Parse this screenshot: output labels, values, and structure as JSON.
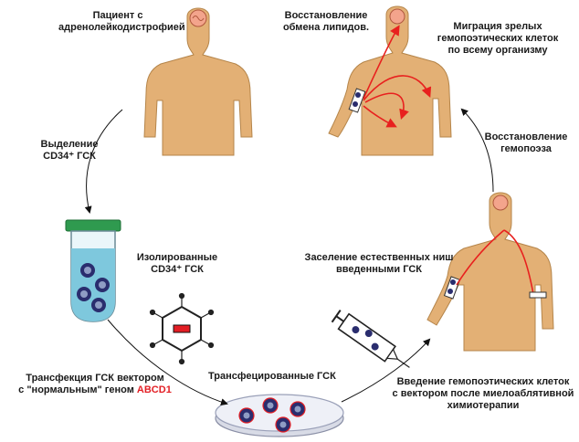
{
  "labels": {
    "patient_l1": "Пациент с",
    "patient_l2": "адренолейкодистрофией",
    "isolation_l1": "Выделение",
    "isolation_l2": "CD34⁺ ГСК",
    "isolated_l1": "Изолированные",
    "isolated_l2": "CD34⁺ ГСК",
    "transfection_l1": "Трансфекция ГСК вектором",
    "transfection_l2_prefix": "с \"нормальным\" геном ",
    "transfection_gene": "ABCD1",
    "transfected": "Трансфецированные ГСК",
    "lipid_l1": "Восстановление",
    "lipid_l2": "обмена липидов.",
    "migration_l1": "Миграция зрелых",
    "migration_l2": "гемопоэтических клеток",
    "migration_l3": "по всему организму",
    "hematopoiesis_l1": "Восстановление",
    "hematopoiesis_l2": "гемопоэза",
    "niche_l1": "Заселение естественных ниш",
    "niche_l2": "введенными ГСК",
    "injection_l1": "Введение гемопоэтических клеток",
    "injection_l2": "с вектором после миелоаблятивной",
    "injection_l3": "химиотерапии"
  },
  "colors": {
    "body": "#e3b075",
    "brain": "#f3a48c",
    "arrow": "#e8201e",
    "tube_liquid": "#7ec8dd",
    "tube_cap": "#2f9a4f",
    "cell_dark": "#2a2d6e",
    "cell_inner": "#8f9cc4",
    "gene_red": "#e31e24"
  },
  "icons": [
    "patient-figure",
    "test-tube",
    "virus-vector",
    "petri-dish",
    "syringe",
    "recovered-patient-figure",
    "infused-patient-figure"
  ]
}
